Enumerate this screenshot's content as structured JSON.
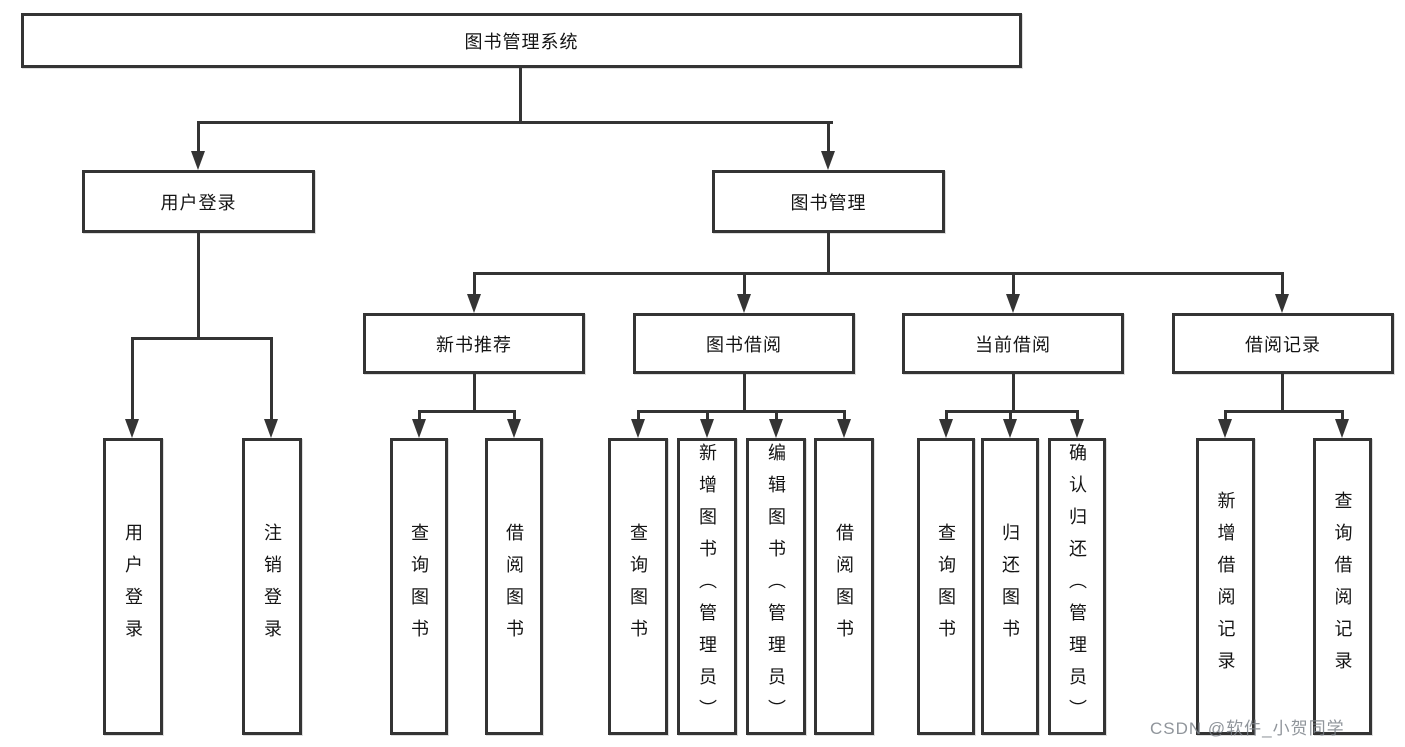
{
  "diagram_type": "tree",
  "tree": {
    "label": "图书管理系统",
    "children": [
      {
        "label": "用户登录",
        "children": [
          {
            "label": "用户登录"
          },
          {
            "label": "注销登录"
          }
        ]
      },
      {
        "label": "图书管理",
        "children": [
          {
            "label": "新书推荐",
            "children": [
              {
                "label": "查询图书"
              },
              {
                "label": "借阅图书"
              }
            ]
          },
          {
            "label": "图书借阅",
            "children": [
              {
                "label": "查询图书"
              },
              {
                "label": "新增图书（管理员）"
              },
              {
                "label": "编辑图书（管理员）"
              },
              {
                "label": "借阅图书"
              }
            ]
          },
          {
            "label": "当前借阅",
            "children": [
              {
                "label": "查询图书"
              },
              {
                "label": "归还图书"
              },
              {
                "label": "确认归还（管理员）"
              }
            ]
          },
          {
            "label": "借阅记录",
            "children": [
              {
                "label": "新增借阅记录"
              },
              {
                "label": "查询借阅记录"
              }
            ]
          }
        ]
      }
    ]
  },
  "watermark": {
    "text": "CSDN @软件_小贺同学"
  },
  "colors": {
    "line": "#343434",
    "box_border": "#343434",
    "box_background": "#ffffff",
    "text": "#141414",
    "watermark": "#7d838a",
    "background": "#ffffff"
  }
}
